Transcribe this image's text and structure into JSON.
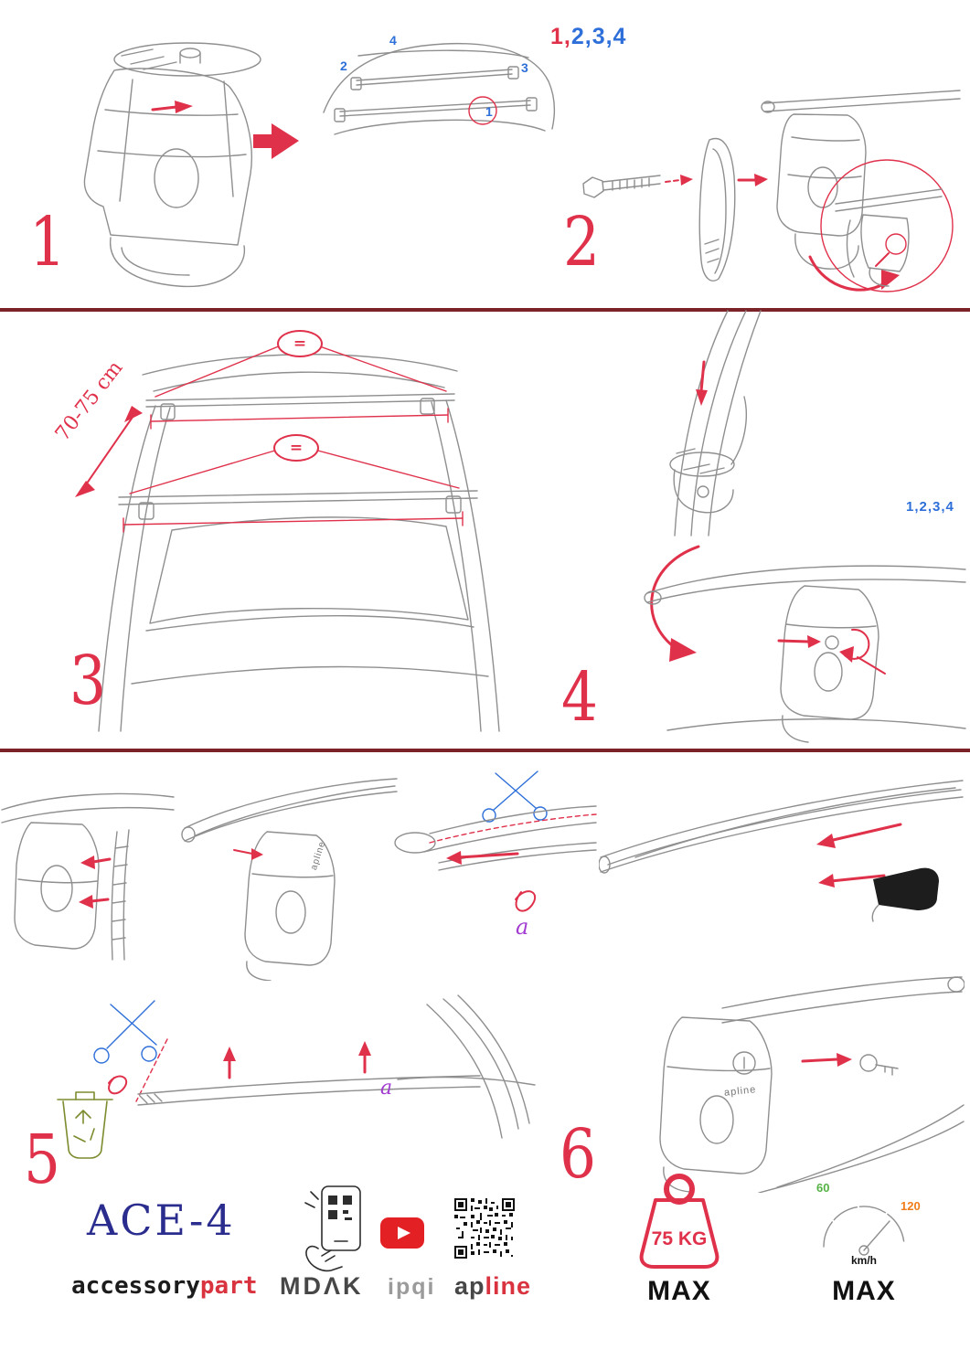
{
  "colors": {
    "accent_red": "#e0314b",
    "callout_blue": "#2e6fd9",
    "letter_purple": "#a23bd1",
    "divider_maroon": "#7c2329",
    "brand_navy": "#2b2d8e",
    "logo_red": "#d8333f",
    "speed_green": "#55b245",
    "speed_orange": "#ef7d1a",
    "bin_olive": "#7d8c2f",
    "youtube_red": "#e32124"
  },
  "labels": {
    "step_numbers": [
      "1",
      "2",
      "3",
      "4",
      "5",
      "6"
    ],
    "top_right_red": "1,",
    "top_right_blue": "2,3,4",
    "side_sequence": "1,2,3,4",
    "roof_callouts": [
      "4",
      "2",
      "3",
      "1"
    ],
    "equals": "=",
    "measurement": "70-75 cm",
    "letter_a": "a",
    "bar_brand": "apline"
  },
  "branding": {
    "product_name": "ACE-4",
    "accessory": "accessory",
    "part": "part",
    "mdak": "MDΛK",
    "ipqi": "ipqi",
    "apline_dark": "ap",
    "apline_red": "line"
  },
  "limits": {
    "max_load": "75 KG",
    "max_label_weight": "MAX",
    "max_label_speed": "MAX",
    "speed_unit": "km/h",
    "speed_min": "60",
    "speed_max": "120"
  }
}
